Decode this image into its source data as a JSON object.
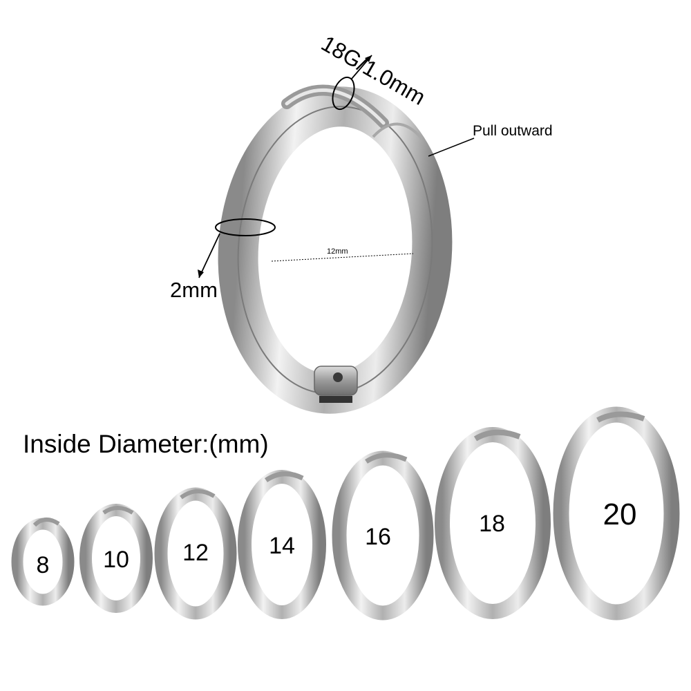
{
  "annotations": {
    "gauge": "18G/1.0mm",
    "pull": "Pull outward",
    "thickness": "2mm",
    "inner_diameter": "12mm"
  },
  "heading": "Inside Diameter:(mm)",
  "sizes": [
    "8",
    "10",
    "12",
    "14",
    "16",
    "18",
    "20"
  ],
  "colors": {
    "metal_light": "#f2f2f2",
    "metal_mid": "#c4c4c4",
    "metal_dark": "#8a8a8a",
    "text": "#000000"
  }
}
